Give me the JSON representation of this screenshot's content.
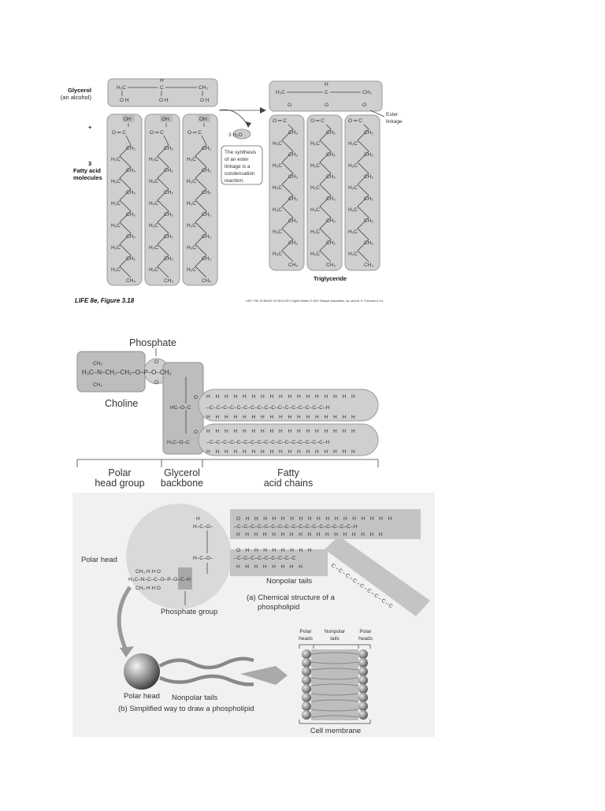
{
  "fig1": {
    "glycerol_label_1": "Glycerol",
    "glycerol_label_2": "(an alcohol)",
    "plus": "+",
    "fatty_1": "3",
    "fatty_2": "Fatty acid",
    "fatty_3": "molecules",
    "water": "3 H₂O",
    "note_1": "The synthesis",
    "note_2": "of an ester",
    "note_3": "linkage is a",
    "note_4": "condensation",
    "note_5": "reaction.",
    "ester_1": "Ester",
    "ester_2": "linkage",
    "triglyceride": "Triglyceride",
    "caption": "LIFE 8e, Figure 3.18",
    "credit": "LIFE: THE SCIENCE OF BIOLOGY, Eighth Edition  © 2007 Sinauer Associates, Inc. and W. H. Freeman & Co."
  },
  "fig2": {
    "phosphate": "Phosphate",
    "choline": "Choline",
    "polar_1": "Polar",
    "polar_2": "head group",
    "glycerol_1": "Glycerol",
    "glycerol_2": "backbone",
    "fatty_1": "Fatty",
    "fatty_2": "acid chains"
  },
  "fig3": {
    "polar_head": "Polar head",
    "nonpolar_tails": "Nonpolar tails",
    "phosphate_group": "Phosphate group",
    "caption_a_1": "(a) Chemical structure of a",
    "caption_a_2": "phospholipid",
    "polar_head_b": "Polar head",
    "nonpolar_tails_b": "Nonpolar tails",
    "caption_b": "(b) Simplified way to draw a phospholipid",
    "mem_polar_l_1": "Polar",
    "mem_polar_l_2": "heads",
    "mem_nonpolar_1": "Nonpolar",
    "mem_nonpolar_2": "tails",
    "mem_polar_r_1": "Polar",
    "mem_polar_r_2": "heads",
    "cell_membrane": "Cell membrane"
  }
}
